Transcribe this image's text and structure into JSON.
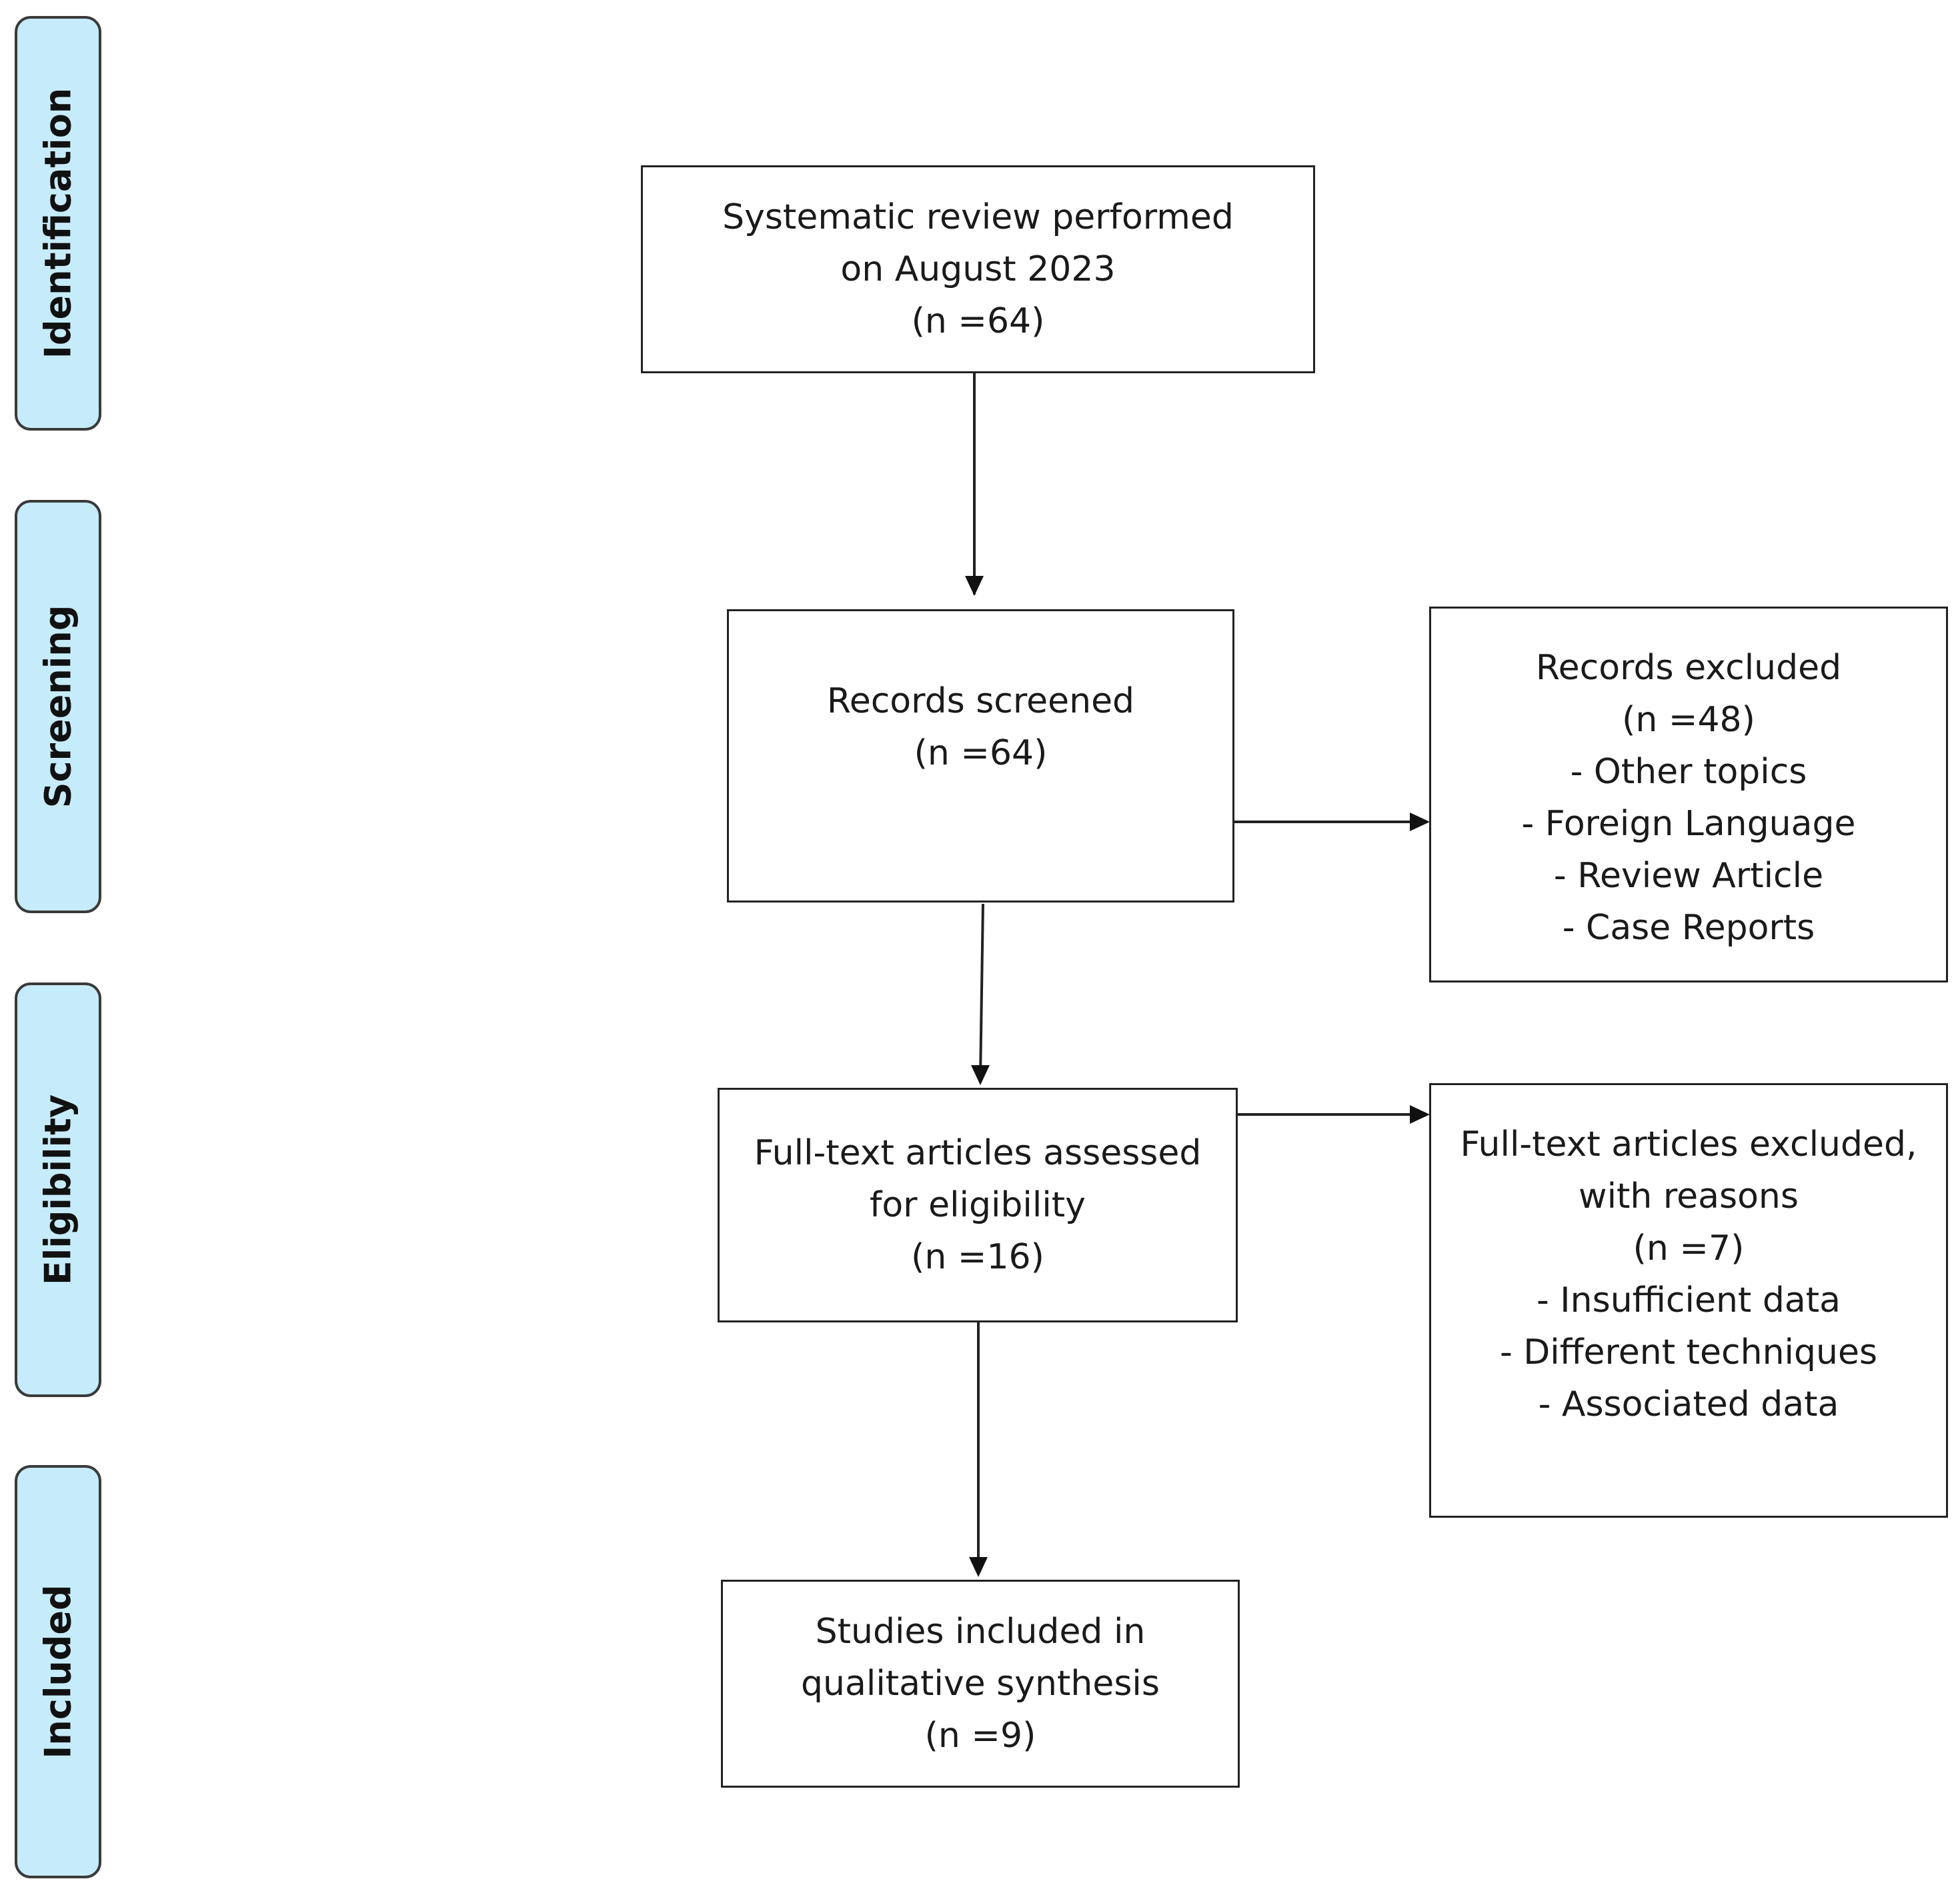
{
  "stages": [
    {
      "label": "Identification"
    },
    {
      "label": "Screening"
    },
    {
      "label": "Eligibility"
    },
    {
      "label": "Included"
    }
  ],
  "boxes": {
    "identification": {
      "lines": [
        "Systematic review performed",
        "on August 2023",
        "(n =64)"
      ]
    },
    "screened": {
      "lines": [
        "Records screened",
        "(n =64)"
      ]
    },
    "excluded": {
      "lines": [
        "Records excluded",
        "(n =48)",
        "-  Other topics",
        "-  Foreign Language",
        "-  Review Article",
        "-  Case Reports"
      ]
    },
    "fulltext": {
      "lines": [
        "Full-text articles assessed",
        "for eligibility",
        "(n =16)"
      ]
    },
    "fulltext_excluded": {
      "lines": [
        "Full-text articles excluded,",
        "with reasons",
        "(n =7)",
        "-  Insufficient data",
        "-  Different techniques",
        "-  Associated data"
      ]
    },
    "included": {
      "lines": [
        "Studies included in",
        "qualitative synthesis",
        "(n =9)"
      ]
    }
  }
}
